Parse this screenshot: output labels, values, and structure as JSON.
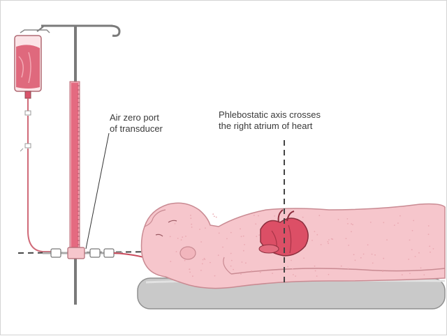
{
  "labels": {
    "transducer": [
      "Air zero port",
      "of transducer"
    ],
    "axis": [
      "Phlebostatic axis crosses",
      "the right atrium of heart"
    ]
  },
  "colors": {
    "pink_fill": "#f6c6cc",
    "pink_stroke": "#c98a92",
    "red": "#d94a60",
    "pole": "#7a7a7a",
    "mattress": "#c9c9c9",
    "dashed": "#444444"
  }
}
